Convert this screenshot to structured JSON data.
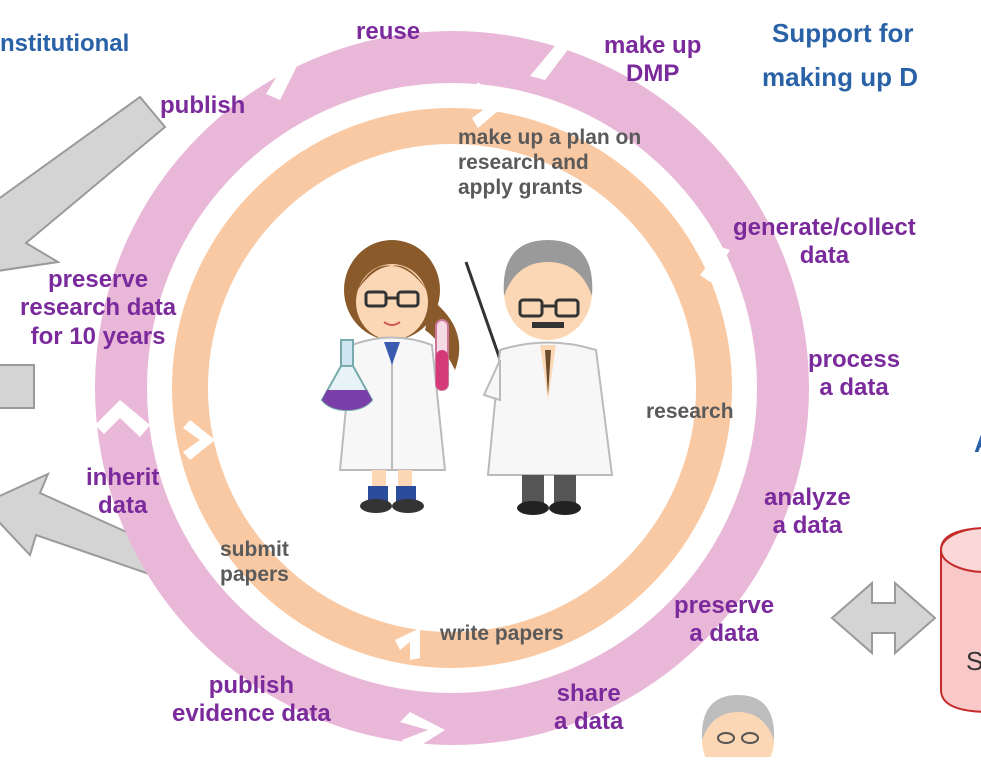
{
  "colors": {
    "outer_ring": "#e9b8d8",
    "inner_ring": "#f9c9a3",
    "outer_text": "#7b2a9c",
    "inner_text": "#5a5a5a",
    "heading_text": "#2a62a8",
    "gray_arrow": "#d4d4d4",
    "database_fill": "#f9c9c9",
    "database_stroke": "#c62a2a"
  },
  "headings": {
    "institutional": "nstitutional",
    "support_line1": "Support for",
    "support_line2": "making up D"
  },
  "outer_cycle": [
    {
      "id": "reuse",
      "lines": [
        "reuse"
      ]
    },
    {
      "id": "make-up-dmp",
      "lines": [
        "make up",
        "DMP"
      ]
    },
    {
      "id": "generate-collect",
      "lines": [
        "generate/collect",
        "data"
      ]
    },
    {
      "id": "process",
      "lines": [
        "process",
        "a data"
      ]
    },
    {
      "id": "analyze",
      "lines": [
        "analyze",
        "a data"
      ]
    },
    {
      "id": "preserve",
      "lines": [
        "preserve",
        "a data"
      ]
    },
    {
      "id": "share",
      "lines": [
        "share",
        "a data"
      ]
    },
    {
      "id": "publish-evidence",
      "lines": [
        "publish",
        "evidence data"
      ]
    },
    {
      "id": "inherit",
      "lines": [
        "inherit",
        "data"
      ]
    },
    {
      "id": "preserve-10y",
      "lines": [
        "preserve",
        "research data",
        "for 10 years"
      ]
    },
    {
      "id": "publish",
      "lines": [
        "publish"
      ]
    }
  ],
  "inner_cycle": [
    {
      "id": "plan",
      "lines": [
        "make up a plan on",
        "research and",
        "apply grants"
      ]
    },
    {
      "id": "research",
      "lines": [
        "research"
      ]
    },
    {
      "id": "write-papers",
      "lines": [
        "write papers"
      ]
    },
    {
      "id": "submit-papers",
      "lines": [
        "submit",
        "papers"
      ]
    }
  ],
  "side_cut_text": {
    "letter_a": "A",
    "db_letter": "S"
  },
  "icons": {
    "female_scientist": "scientist-woman-with-flask",
    "male_professor": "professor-with-pointer",
    "elder_face": "elderly-man-face",
    "storage": "database-cylinder",
    "double_arrow": "double-headed-arrow"
  }
}
